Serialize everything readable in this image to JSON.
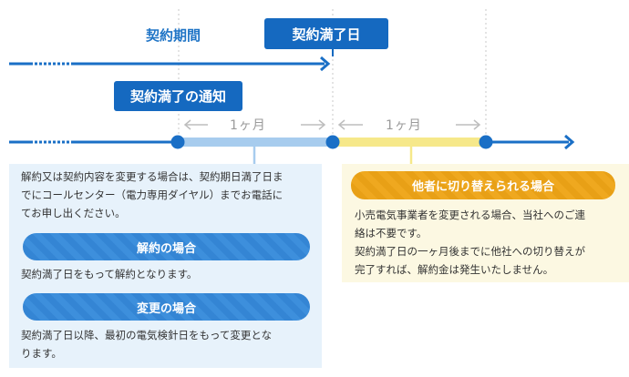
{
  "timeline": {
    "contract_period_label": "契約期間",
    "expiry_date_label": "契約満了日",
    "expiry_notice_label": "契約満了の通知",
    "month_label_left": "1ヶ月",
    "month_label_right": "1ヶ月"
  },
  "left_panel": {
    "intro_lines": [
      "解約又は契約内容を変更する場合は、契約期日満了日ま",
      "でにコールセンター（電力専用ダイヤル）までお電話に",
      "てお申し出ください。"
    ],
    "cancel_heading": "解約の場合",
    "cancel_text": "契約満了日をもって解約となります。",
    "change_heading": "変更の場合",
    "change_lines": [
      "契約満了日以降、最初の電気検針日をもって変更とな",
      "ります。"
    ]
  },
  "right_panel": {
    "heading": "他者に切り替えられる場合",
    "lines": [
      "小売電気事業者を変更される場合、当社へのご連",
      "絡は不要です。",
      "契約満了日の一ヶ月後までに他社への切り替えが",
      "完了すれば、解約金は発生いたしません。"
    ]
  },
  "colors": {
    "line_blue": "#1a6fc6",
    "box_blue": "#1569c0",
    "segment_light_blue": "#a7ccee",
    "segment_yellow": "#f6e88a",
    "pill_blue": "#3b8ddb",
    "pill_orange": "#eda61d",
    "panel_blue": "#e7f2fb",
    "panel_yellow": "#fcf8e2"
  }
}
